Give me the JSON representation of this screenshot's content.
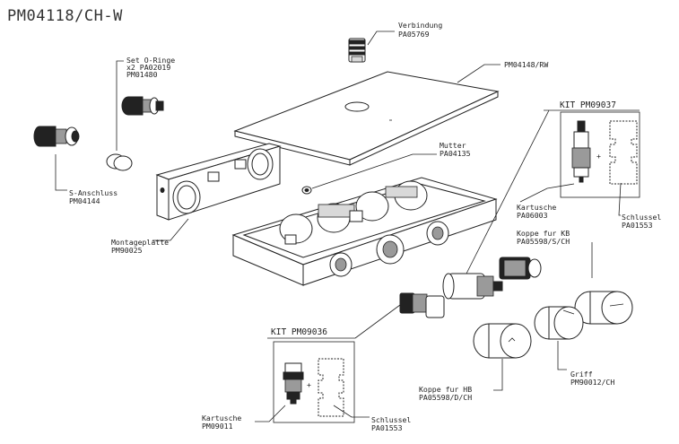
{
  "title": "PM04118/CH-W",
  "labels": {
    "verbindung": "Verbindung",
    "verbindung_code": "PA05769",
    "set_oringe": "Set O-Ringe",
    "set_oringe_qty": "x2 PA02019",
    "set_oringe_code": "PM01480",
    "cover_plate": "PM04148/RW",
    "mutter": "Mutter",
    "mutter_code": "PA04135",
    "s_anschluss": "S-Anschluss",
    "s_anschluss_code": "PM04144",
    "montageplatte": "Montageplatte",
    "montageplatte_code": "PM90025",
    "kit_right": "KIT PM09037",
    "kartusche_right": "Kartusche",
    "kartusche_right_code": "PA06003",
    "schlussel_right": "Schlussel",
    "schlussel_right_code": "PA01553",
    "koppe_kb": "Koppe fur KB",
    "koppe_kb_code": "PA05598/S/CH",
    "kit_left": "KIT PM09036",
    "griff": "Griff",
    "griff_code": "PM90012/CH",
    "koppe_hb": "Koppe fur HB",
    "koppe_hb_code": "PA05598/D/CH",
    "kartusche_left": "Kartusche",
    "kartusche_left_code": "PM09011",
    "schlussel_left": "Schlussel",
    "schlussel_left_code": "PA01553"
  }
}
